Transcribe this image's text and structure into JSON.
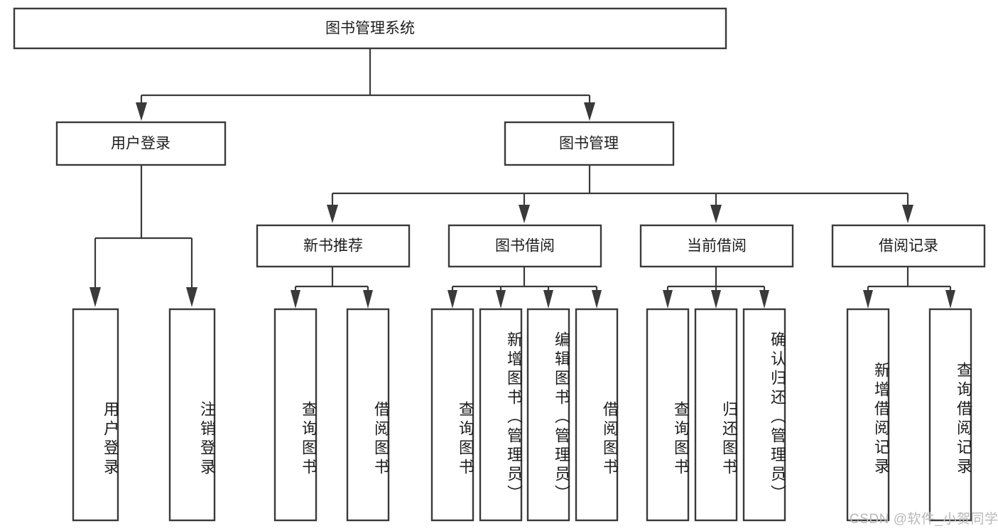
{
  "diagram": {
    "type": "tree-hierarchy",
    "title": "图书管理系统",
    "root": {
      "id": "root",
      "label": "图书管理系统",
      "level": 0
    },
    "level2": [
      {
        "id": "user-login",
        "label": "用户登录"
      },
      {
        "id": "book-management",
        "label": "图书管理"
      }
    ],
    "level3": [
      {
        "id": "new-book-recommend",
        "label": "新书推荐",
        "parent": "book-management"
      },
      {
        "id": "book-borrow",
        "label": "图书借阅",
        "parent": "book-management"
      },
      {
        "id": "current-borrow",
        "label": "当前借阅",
        "parent": "book-management"
      },
      {
        "id": "borrow-record",
        "label": "借阅记录",
        "parent": "book-management"
      }
    ],
    "leaves": [
      {
        "id": "leaf-user-login",
        "label": "用户登录",
        "parent": "user-login"
      },
      {
        "id": "leaf-logout",
        "label": "注销登录",
        "parent": "user-login"
      },
      {
        "id": "leaf-query-book-1",
        "label": "查询图书",
        "parent": "new-book-recommend"
      },
      {
        "id": "leaf-borrow-book-1",
        "label": "借阅图书",
        "parent": "new-book-recommend"
      },
      {
        "id": "leaf-query-book-2",
        "label": "查询图书",
        "parent": "book-borrow"
      },
      {
        "id": "leaf-add-book",
        "label": "新增图书（管理员）",
        "parent": "book-borrow"
      },
      {
        "id": "leaf-edit-book",
        "label": "编辑图书（管理员）",
        "parent": "book-borrow"
      },
      {
        "id": "leaf-borrow-book-2",
        "label": "借阅图书",
        "parent": "book-borrow"
      },
      {
        "id": "leaf-query-book-3",
        "label": "查询图书",
        "parent": "current-borrow"
      },
      {
        "id": "leaf-return-book",
        "label": "归还图书",
        "parent": "current-borrow"
      },
      {
        "id": "leaf-confirm-return",
        "label": "确认归还（管理员）",
        "parent": "current-borrow"
      },
      {
        "id": "leaf-add-record",
        "label": "新增借阅记录",
        "parent": "borrow-record"
      },
      {
        "id": "leaf-query-record",
        "label": "查询借阅记录",
        "parent": "borrow-record"
      }
    ]
  },
  "watermark": {
    "text": "CSDN @软件_小贺同学"
  },
  "colors": {
    "stroke": "#3a3a3a",
    "fill": "#ffffff",
    "text": "#1d1d1d",
    "watermark": "#b9b9b9"
  }
}
